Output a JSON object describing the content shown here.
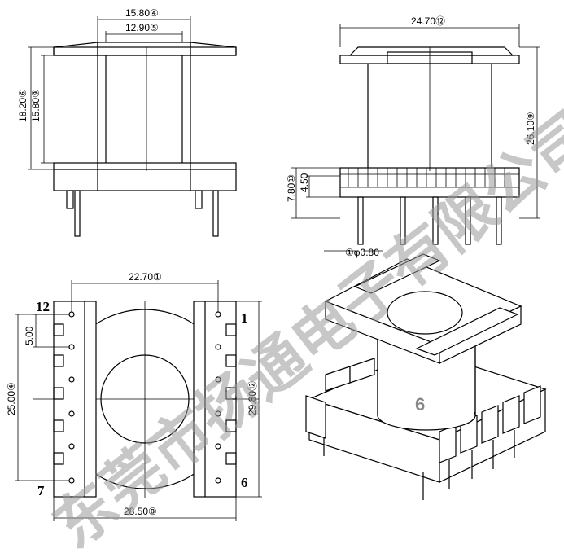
{
  "top_view": {
    "dim_width_outer": "15.80④",
    "dim_width_inner": "12.90⑤",
    "dim_height_outer": "18.20⑥",
    "dim_height_inner": "15.80⑨"
  },
  "side_view": {
    "dim_width": "24.70⑫",
    "dim_height": "26.10⑨",
    "dim_base": "7.80⑩",
    "dim_pins": "4.50",
    "dim_pin_dia": "①φ0.80"
  },
  "bottom_view": {
    "dim_span": "22.70①",
    "dim_pitch": "5.00",
    "dim_rows": "25.00④",
    "dim_depth": "29.80⑫",
    "dim_total": "28.50⑧",
    "pin_12": "12",
    "pin_1": "1",
    "pin_7": "7",
    "pin_6": "6"
  },
  "iso_view": {
    "label": "6"
  },
  "watermark": "东莞市扬通电子有限公司"
}
